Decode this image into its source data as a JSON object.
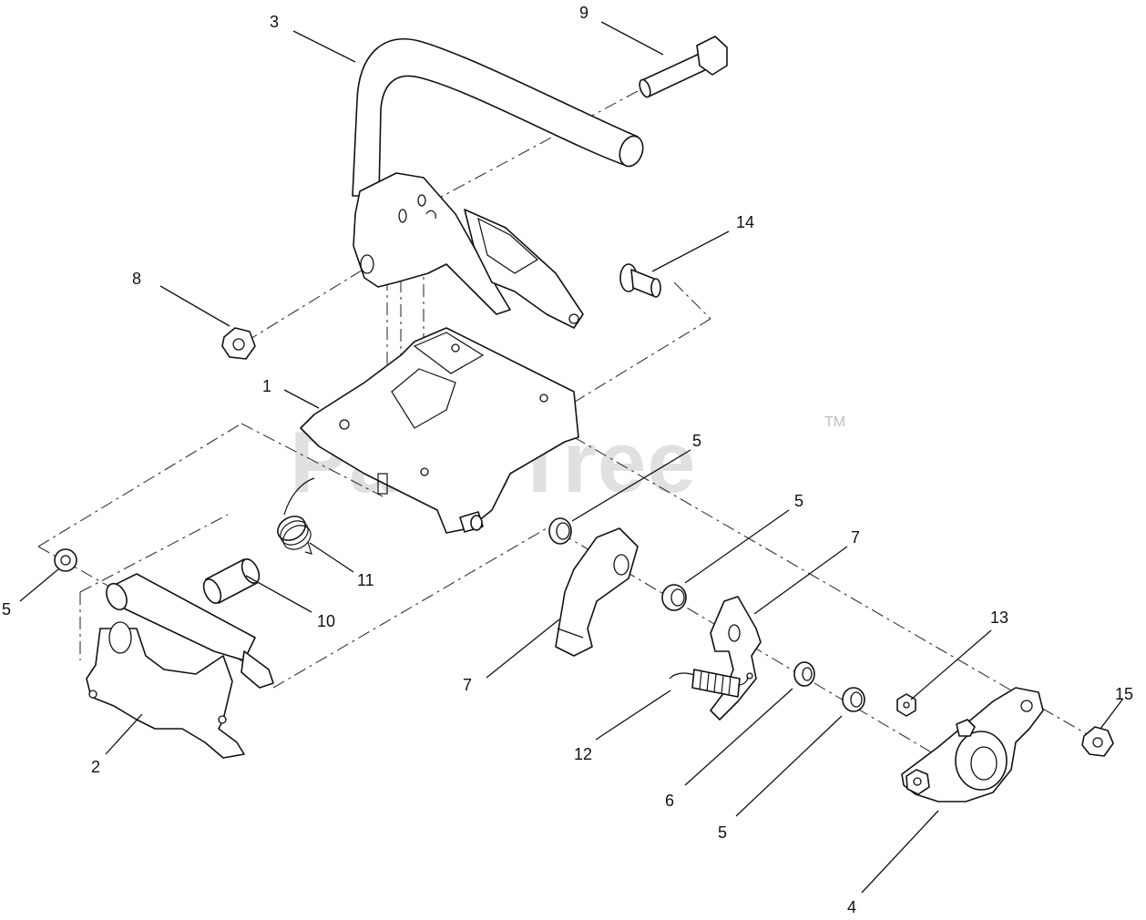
{
  "watermark": {
    "text": "PartsTree",
    "trademark": "TM"
  },
  "callouts": {
    "c1": "1",
    "c2": "2",
    "c3": "3",
    "c4": "4",
    "c5a": "5",
    "c5b": "5",
    "c5c": "5",
    "c5d": "5",
    "c6": "6",
    "c7a": "7",
    "c7b": "7",
    "c8": "8",
    "c9": "9",
    "c10": "10",
    "c11": "11",
    "c12": "12",
    "c13": "13",
    "c14": "14",
    "c15": "15"
  },
  "colors": {
    "line": "#111111",
    "watermark": "#c8c8c8",
    "background": "#ffffff"
  }
}
